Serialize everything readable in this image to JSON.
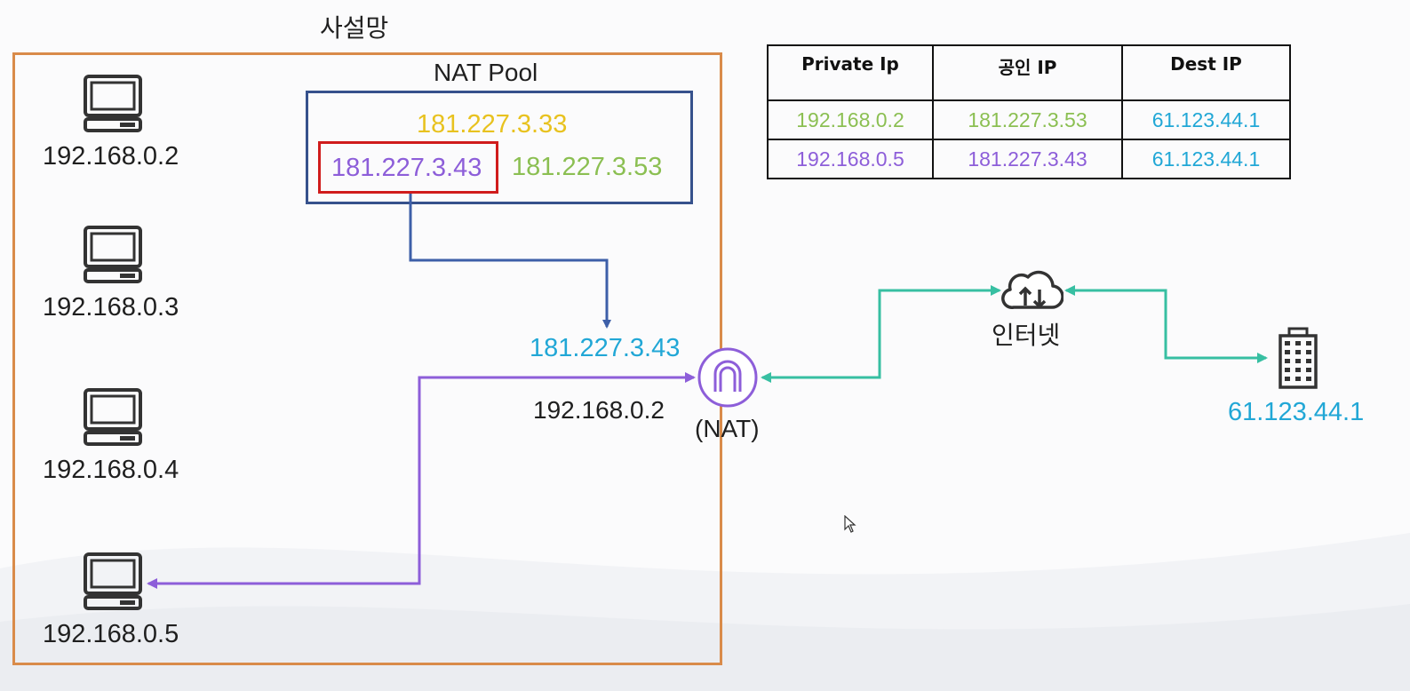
{
  "private_network_label": "사설망",
  "nat_pool": {
    "label": "NAT Pool",
    "ips": [
      "181.227.3.33",
      "181.227.3.43",
      "181.227.3.53"
    ],
    "selected_ip": "181.227.3.43"
  },
  "hosts": [
    "192.168.0.2",
    "192.168.0.3",
    "192.168.0.4",
    "192.168.0.5"
  ],
  "nat": {
    "public_ip": "181.227.3.43",
    "private_ip": "192.168.0.2",
    "label": "(NAT)"
  },
  "internet_label": "인터넷",
  "destination_ip": "61.123.44.1",
  "table": {
    "headers": [
      "Private Ip",
      "공인 IP",
      "Dest IP"
    ],
    "rows": [
      [
        "192.168.0.2",
        "181.227.3.53",
        "61.123.44.1"
      ],
      [
        "192.168.0.5",
        "181.227.3.43",
        "61.123.44.1"
      ]
    ]
  },
  "colors": {
    "yellow": "#e8c21f",
    "purple": "#8d5ed9",
    "green": "#8bbf52",
    "cyan": "#21a7d6",
    "teal": "#37bfa2",
    "blue": "#3d5fa8",
    "orange": "#d98b4a",
    "red": "#d01c1c"
  }
}
